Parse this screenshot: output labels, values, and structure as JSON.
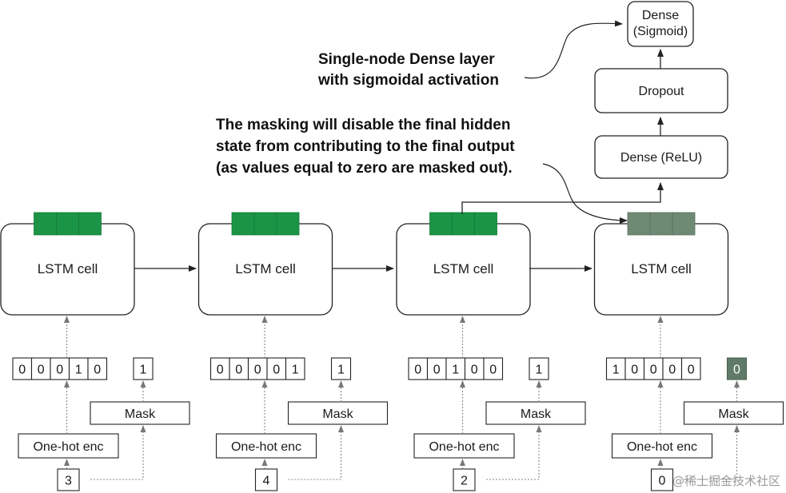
{
  "lstm_cell_label": "LSTM cell",
  "one_hot_label": "One-hot enc",
  "mask_label": "Mask",
  "dense_relu_label": "Dense (ReLU)",
  "dropout_label": "Dropout",
  "dense_sigmoid_line1": "Dense",
  "dense_sigmoid_line2": "(Sigmoid)",
  "annotation_sigmoid": [
    "Single-node Dense layer",
    "with sigmoidal activation"
  ],
  "annotation_mask": [
    "The masking will disable the final hidden",
    "state from contributing to the final output",
    "(as values equal to zero are masked out)."
  ],
  "timesteps": [
    {
      "input": "3",
      "onehot": [
        "0",
        "0",
        "0",
        "1",
        "0"
      ],
      "mask": "1",
      "masked": false
    },
    {
      "input": "4",
      "onehot": [
        "0",
        "0",
        "0",
        "0",
        "1"
      ],
      "mask": "1",
      "masked": false
    },
    {
      "input": "2",
      "onehot": [
        "0",
        "0",
        "1",
        "0",
        "0"
      ],
      "mask": "1",
      "masked": false
    },
    {
      "input": "0",
      "onehot": [
        "1",
        "0",
        "0",
        "0",
        "0"
      ],
      "mask": "0",
      "masked": true
    }
  ],
  "watermark": "@稀土掘金技术社区",
  "colors": {
    "hidden_state_active": "#1b9446",
    "hidden_state_masked": "#6f8a74",
    "mask_zero_fill": "#5f7a66",
    "line": "#222222",
    "dashed": "#888888"
  }
}
